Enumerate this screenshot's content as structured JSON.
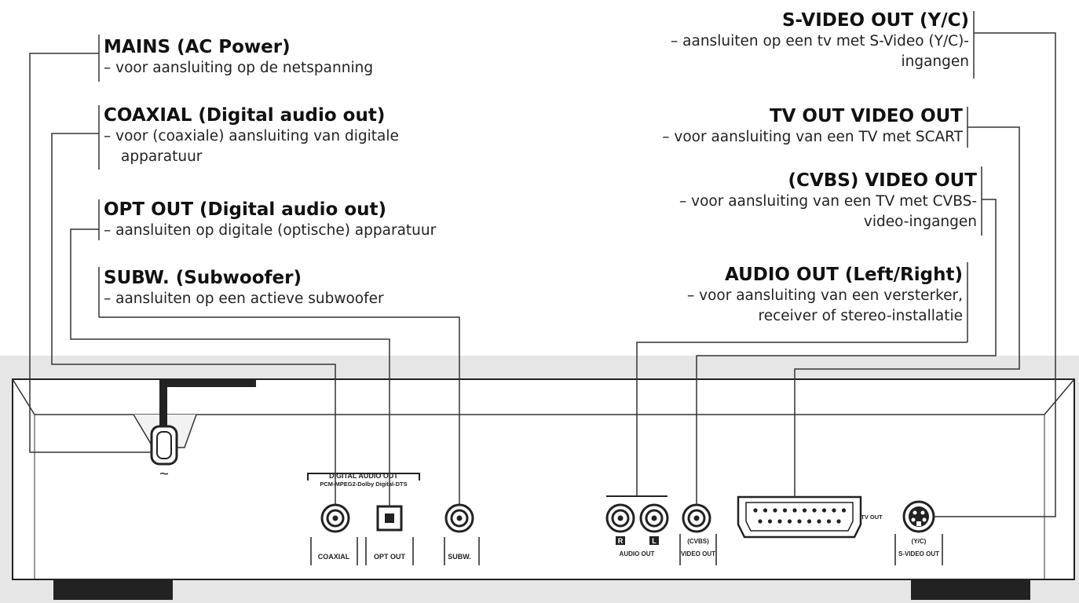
{
  "callouts": {
    "mains": {
      "title": "MAINS (AC Power)",
      "lines": [
        "– voor aansluiting op de netspanning"
      ]
    },
    "coaxial": {
      "title": "COAXIAL (Digital audio out)",
      "lines": [
        "– voor (coaxiale) aansluiting van digitale",
        "apparatuur"
      ]
    },
    "opt_out": {
      "title": "OPT OUT (Digital audio out)",
      "lines": [
        "– aansluiten op digitale (optische) apparatuur"
      ]
    },
    "subw": {
      "title": "SUBW. (Subwoofer)",
      "lines": [
        "– aansluiten op een actieve subwoofer"
      ]
    },
    "svideo": {
      "title": "S-VIDEO OUT (Y/C)",
      "lines": [
        "– aansluiten op een tv met S-Video (Y/C)-",
        "ingangen"
      ]
    },
    "tv_out": {
      "title": "TV OUT VIDEO OUT",
      "lines": [
        "– voor aansluiting van een TV met SCART"
      ]
    },
    "cvbs": {
      "title": "(CVBS) VIDEO OUT",
      "lines": [
        "– voor aansluiting van een TV met CVBS-",
        "video-ingangen"
      ]
    },
    "audio_out": {
      "title": "AUDIO OUT (Left/Right)",
      "lines": [
        "– voor aansluiting van een versterker,",
        "receiver of stereo-installatie"
      ]
    }
  },
  "panel": {
    "power_symbol": "~",
    "digital_audio_out": "DIGITAL AUDIO OUT",
    "digital_formats": "PCM-MPEG2-Dolby Digital-DTS",
    "coaxial": "COAXIAL",
    "opt_out": "OPT OUT",
    "subw": "SUBW.",
    "right_marker": "R",
    "left_marker": "L",
    "audio_out": "AUDIO OUT",
    "cvbs": "(CVBS)",
    "video_out": "VIDEO OUT",
    "tv_out": "TV OUT",
    "yc": "(Y/C)",
    "s_video_out": "S-VIDEO OUT"
  }
}
